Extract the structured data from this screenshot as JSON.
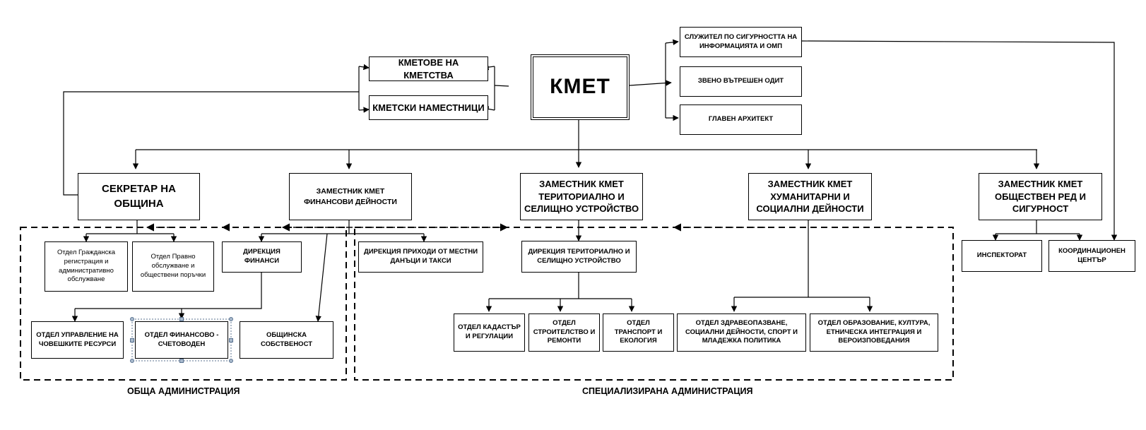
{
  "mayor": "КМЕТ",
  "mayors_of_towns": "КМЕТОВЕ НА КМЕТСТВА",
  "deputy_mayors_of_towns": "КМЕТСКИ НАМЕСТНИЦИ",
  "security_officer": "СЛУЖИТЕЛ ПО СИГУРНОСТТА НА ИНФОРМАЦИЯТА И ОМП",
  "internal_audit": "ЗВЕНО ВЪТРЕШЕН ОДИТ",
  "chief_architect": "ГЛАВЕН АРХИТЕКТ",
  "secretary": "СЕКРЕТАР НА ОБЩИНА",
  "deputy_finance": "ЗАМЕСТНИК КМЕТ ФИНАНСОВИ ДЕЙНОСТИ",
  "deputy_territorial": "ЗАМЕСТНИК КМЕТ ТЕРИТОРИАЛНО И СЕЛИЩНО УСТРОЙСТВО",
  "deputy_humanitarian": "ЗАМЕСТНИК КМЕТ ХУМАНИТАРНИ И СОЦИАЛНИ ДЕЙНОСТИ",
  "deputy_public_order": "ЗАМЕСТНИК КМЕТ ОБЩЕСТВЕН РЕД И СИГУРНОСТ",
  "civil_registration": "Отдел Гражданска регистрация и административно обслужване",
  "legal_services": "Отдел Правно обслужване и обществени поръчки",
  "finance_directorate": "ДИРЕКЦИЯ ФИНАНСИ",
  "local_taxes_directorate": "ДИРЕКЦИЯ ПРИХОДИ ОТ МЕСТНИ ДАНЪЦИ И ТАКСИ",
  "territorial_directorate": "ДИРЕКЦИЯ ТЕРИТОРИАЛНО И СЕЛИЩНО УСТРОЙСТВО",
  "inspectorate": "ИНСПЕКТОРАТ",
  "coordination_center": "КООРДИНАЦИОНЕН ЦЕНТЪР",
  "hr_department": "ОТДЕЛ УПРАВЛЕНИЕ НА ЧОВЕШКИТЕ РЕСУРСИ",
  "finance_accounting_department": "ОТДЕЛ ФИНАНСОВО - СЧЕТОВОДЕН",
  "municipal_property": "ОБЩИНСКА СОБСТВЕНОСТ",
  "cadastre_department": "ОТДЕЛ КАДАСТЪР И РЕГУЛАЦИИ",
  "construction_department": "ОТДЕЛ СТРОИТЕЛСТВО И РЕМОНТИ",
  "transport_department": "ОТДЕЛ ТРАНСПОРТ И ЕКОЛОГИЯ",
  "health_social_department": "ОТДЕЛ ЗДРАВЕОПАЗВАНЕ, СОЦИАЛНИ ДЕЙНОСТИ, СПОРТ И МЛАДЕЖКА ПОЛИТИКА",
  "education_culture_department": "ОТДЕЛ ОБРАЗОВАНИЕ, КУЛТУРА, ЕТНИЧЕСКА ИНТЕГРАЦИЯ И ВЕРОИЗПОВЕДАНИЯ",
  "general_administration": "ОБЩА АДМИНИСТРАЦИЯ",
  "specialized_administration": "СПЕЦИАЛИЗИРАНА АДМИНИСТРАЦИЯ"
}
